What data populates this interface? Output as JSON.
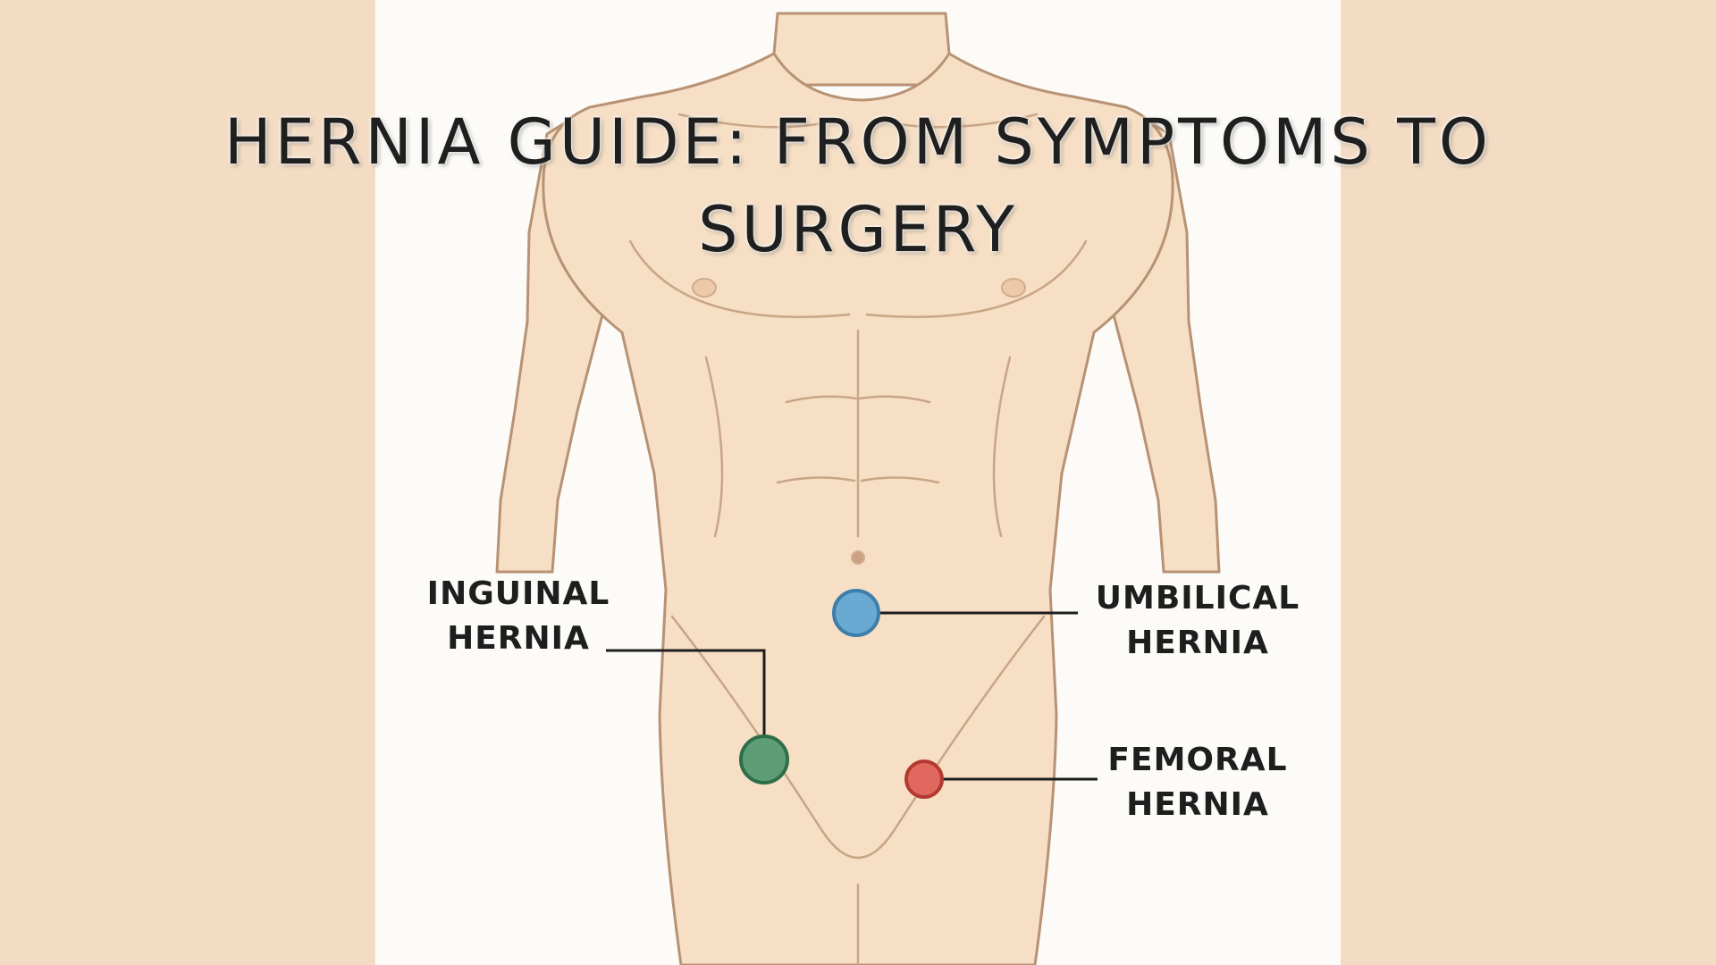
{
  "title": {
    "line1": "HERNIA GUIDE: FROM SYMPTOMS TO",
    "line2": "SURGERY"
  },
  "labels": {
    "inguinal": {
      "line1": "INGUINAL",
      "line2": "HERNIA",
      "color": "#5E9E77"
    },
    "umbilical": {
      "line1": "UMBILICAL",
      "line2": "HERNIA",
      "color": "#6AA9D2"
    },
    "femoral": {
      "line1": "FEMORAL",
      "line2": "HERNIA",
      "color": "#E1685E"
    }
  },
  "colors": {
    "background": "#F4DCC4",
    "panel": "#FDFBF7",
    "skin": "#F6DFC4",
    "skin_outline": "#B89274",
    "leader_line": "#1E1E1E"
  }
}
